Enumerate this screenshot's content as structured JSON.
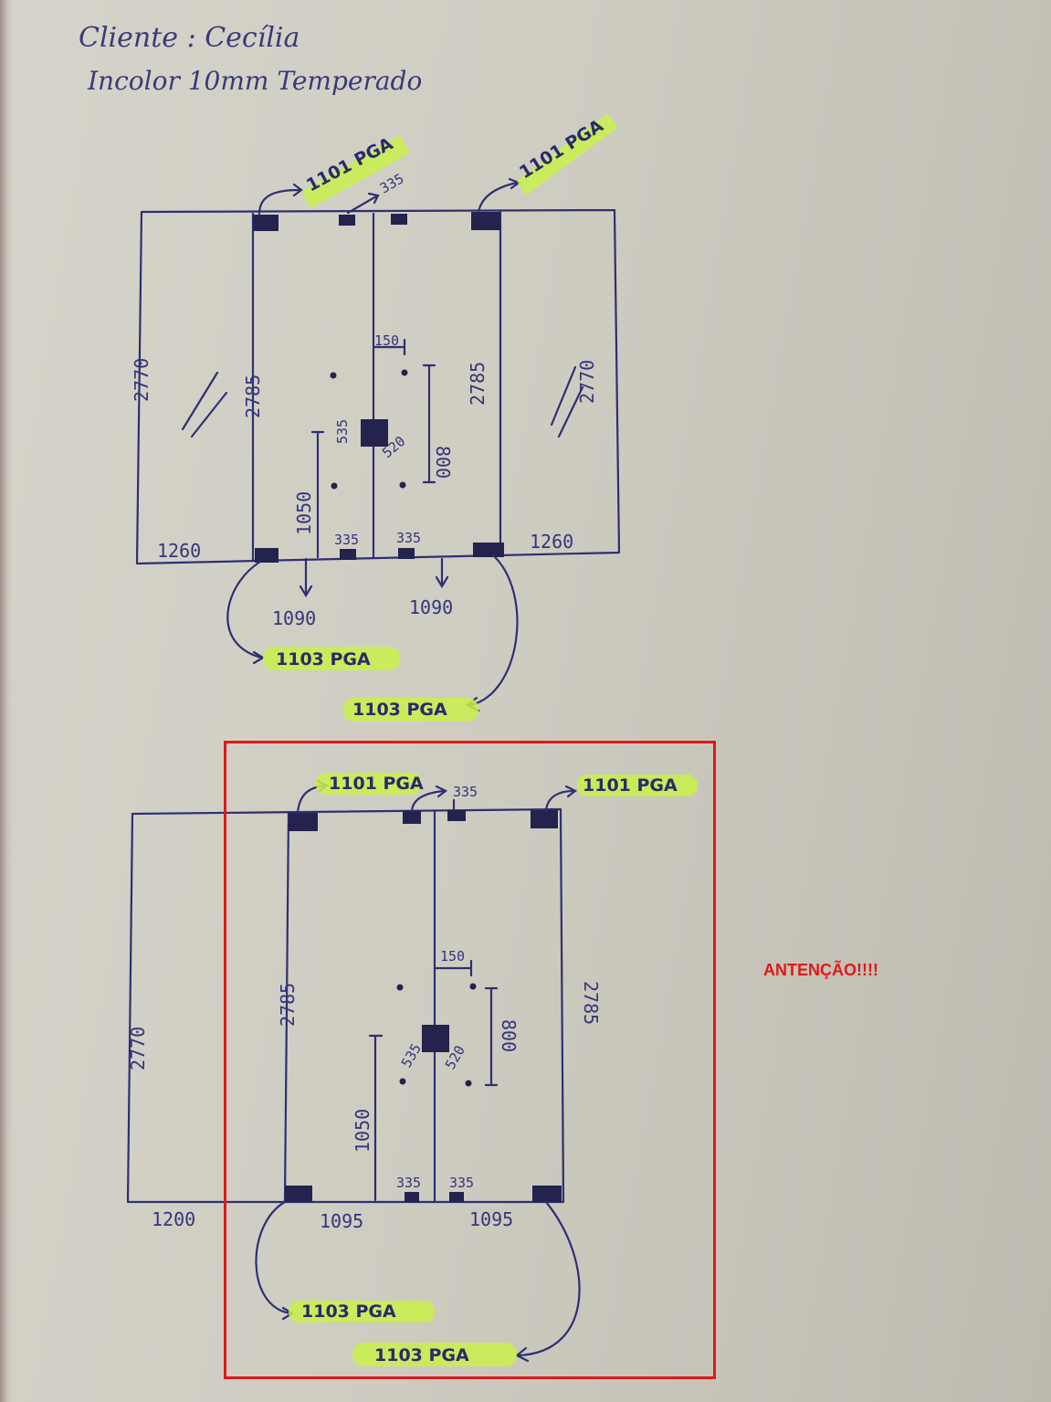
{
  "header": {
    "client_line": "Cliente : Cecília",
    "glass_line": "Incolor 10mm Temperado"
  },
  "plan_top": {
    "labels": {
      "hinge_top_left": "1101 PGA",
      "hinge_top_right": "1101 PGA",
      "hinge_bottom_left": "1103 PGA",
      "hinge_bottom_right": "1103 PGA"
    },
    "dims": {
      "left_height": "2770",
      "right_height": "2770",
      "door_left_height": "2785",
      "door_right_height": "2785",
      "left_width": "1260",
      "right_width": "1260",
      "top_small": "335",
      "bottom_small_left": "335",
      "bottom_small_right": "335",
      "offset": "150",
      "handle": "800",
      "lock_left": "535",
      "lock_right": "520",
      "handle_height": "1050",
      "door_width_left": "1090",
      "door_width_right": "1090"
    }
  },
  "plan_bottom": {
    "labels": {
      "hinge_top_left": "1101 PGA",
      "hinge_top_right": "1101 PGA",
      "hinge_bottom_left": "1103 PGA",
      "hinge_bottom_right": "1103 PGA"
    },
    "dims": {
      "left_height": "2770",
      "door_left_height": "2785",
      "door_right_height": "2785",
      "left_width": "1200",
      "top_small": "335",
      "bottom_small_left": "335",
      "bottom_small_right": "335",
      "offset": "150",
      "handle": "800",
      "lock_left": "535",
      "lock_right": "520",
      "handle_height": "1050",
      "door_width_left": "1095",
      "door_width_right": "1095"
    }
  },
  "warning": {
    "text": "ANTENÇÃO!!!!",
    "color": "#e01818"
  },
  "colors": {
    "ink": "#2f2f72",
    "highlight": "#c9f04a",
    "paper": "#d6d4ca"
  }
}
